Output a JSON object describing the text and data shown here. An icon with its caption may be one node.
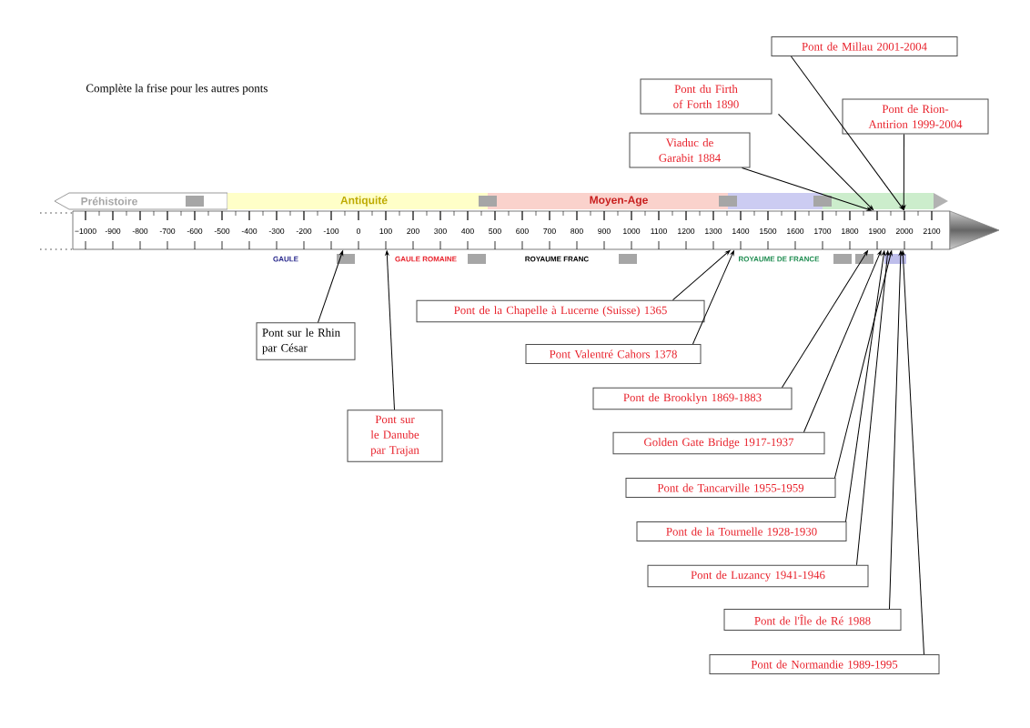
{
  "diagram": {
    "nodes": [
      {
        "text": [
          "Pont de Millau 2001-2004"
        ]
      },
      {
        "text": [
          "Pont du Firth of Forth 1890"
        ]
      },
      {
        "text": [
          "Pont de Rion-Antirion 1999-2004"
        ]
      },
      {
        "text": [
          "Viaduc de Garabit 1884"
        ]
      },
      {
        "text": [
          "Pont de la Chapelle à Lucerne (Suisse) 1365"
        ]
      },
      {
        "text": [
          "Pont sur le Rhin par César"
        ]
      },
      {
        "text": [
          "Pont Valentré Cahors 1378"
        ]
      },
      {
        "text": [
          "Pont de Brooklyn 1869-1883"
        ]
      },
      {
        "text": [
          "Pont sur le Danube par Trajan"
        ]
      },
      {
        "text": [
          "Golden Gate Bridge 1917-1937"
        ]
      },
      {
        "text": [
          "Pont de Tancarville 1955-1959"
        ]
      },
      {
        "text": [
          "Pont de la Tournelle  1928-1930"
        ]
      },
      {
        "text": [
          "Pont de Luzancy 1941-1946"
        ]
      },
      {
        "text": [
          "Pont de l'Île de Ré 1988"
        ]
      },
      {
        "text": [
          "Pont de Normandie 1989-1995"
        ]
      },
      {
        "text": [],
        "shape": "bar"
      }
    ],
    "edges": [
      {
        "from": 0,
        "to": 15,
        "arrow": "to"
      },
      {
        "from": 1,
        "to": 15,
        "arrow": "to"
      },
      {
        "from": 2,
        "to": 15,
        "arrow": "to"
      },
      {
        "from": 3,
        "to": 15,
        "arrow": "to"
      },
      {
        "from": 4,
        "to": 15,
        "arrow": "to"
      },
      {
        "from": 5,
        "to": 15,
        "arrow": "to"
      },
      {
        "from": 6,
        "to": 15,
        "arrow": "to"
      },
      {
        "from": 7,
        "to": 15,
        "arrow": "to"
      },
      {
        "from": 8,
        "to": 15,
        "arrow": "to"
      },
      {
        "from": 9,
        "to": 15,
        "arrow": "to"
      },
      {
        "from": 10,
        "to": 15,
        "arrow": "to"
      },
      {
        "from": 11,
        "to": 15,
        "arrow": "to"
      },
      {
        "from": 12,
        "to": 15,
        "arrow": "to"
      },
      {
        "from": 13,
        "to": 15,
        "arrow": "to"
      },
      {
        "from": 14,
        "to": 15,
        "arrow": "to"
      }
    ],
    "labels": [
      "Complète la frise pour les autres ponts",
      "Préhistoire",
      "Antiquité",
      "Moyen-Age",
      "−1000",
      "-900",
      "-800",
      "-700",
      "-600",
      "-500",
      "-400",
      "-300",
      "-200",
      "-100",
      "0",
      "100",
      "200",
      "300",
      "400",
      "500",
      "600",
      "700",
      "800",
      "900",
      "1000",
      "1100",
      "1200",
      "1300",
      "1400",
      "1500",
      "1600",
      "1700",
      "1800",
      "1900",
      "2000",
      "2100",
      "GAULE",
      "GAULE ROMAINE",
      "ROYAUME FRANC",
      "ROYAUME DE FRANCE"
    ]
  }
}
